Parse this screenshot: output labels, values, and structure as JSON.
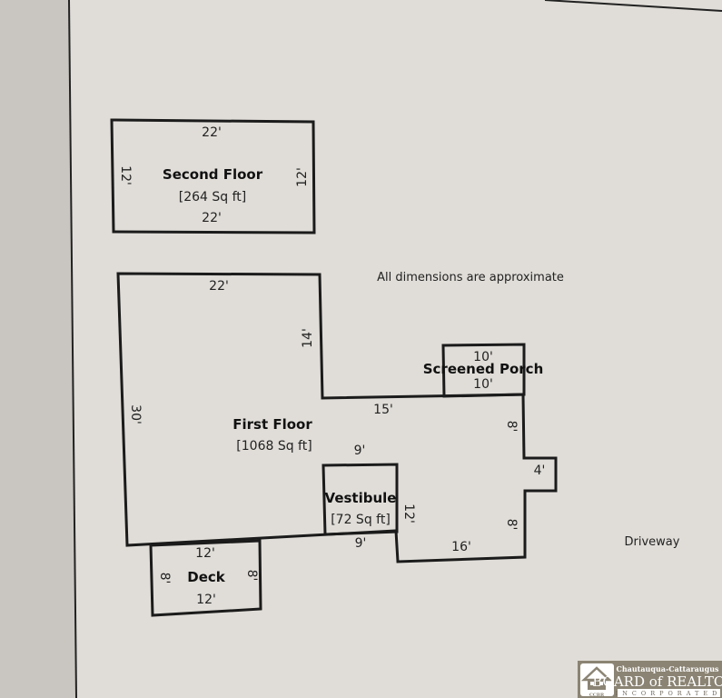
{
  "note": "All dimensions are approximate",
  "second_floor": {
    "title": "Second Floor",
    "area": "[264 Sq ft]",
    "top": "22'",
    "bottom": "22'",
    "left": "12'",
    "right": "12'"
  },
  "first_floor": {
    "title": "First Floor",
    "area": "[1068 Sq ft]",
    "top": "22'",
    "right_upper": "14'",
    "left": "30'",
    "middle": "15'",
    "inner": "9'",
    "right_a": "8'",
    "bump": "4'",
    "right_b": "8'",
    "bottom": "16'",
    "vestibule_bottom": "9'",
    "vestibule_side": "12'"
  },
  "screened_porch": {
    "title": "Screened Porch",
    "top": "10'",
    "bottom": "10'"
  },
  "vestibule": {
    "title": "Vestibule",
    "area": "[72 Sq ft]"
  },
  "deck": {
    "title": "Deck",
    "top": "12'",
    "bottom": "12'",
    "left": "8'",
    "right": "8'"
  },
  "driveway": "Driveway",
  "logo": {
    "line1": "Chautauqua-Cattaraugus",
    "line2": "BOARD of REALTORS",
    "line3": "INCORPORATED",
    "badge": "CCBR"
  }
}
